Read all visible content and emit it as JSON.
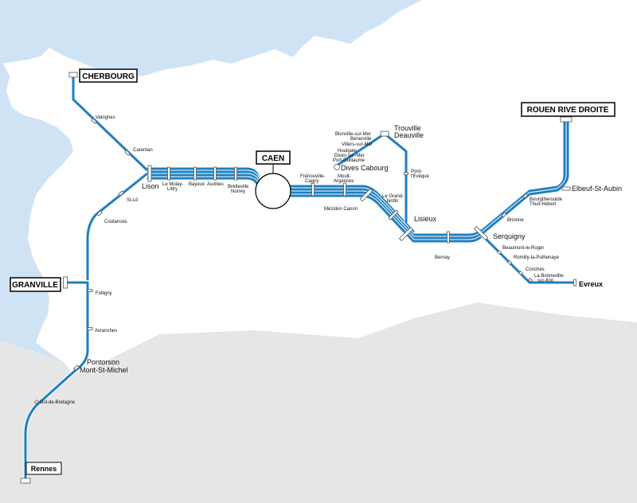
{
  "colors": {
    "sea": "#cfe3f5",
    "land_main": "#ffffff",
    "land_other": "#e6e6e6",
    "line": "#1e7fc0",
    "line_casing": "#ffffff"
  },
  "terminals": {
    "cherbourg": "CHERBOURG",
    "caen": "CAEN",
    "rouen": "ROUEN RIVE DROITE",
    "granville": "GRANVILLE",
    "rennes": "Rennes",
    "evreux": "Evreux"
  },
  "stations": {
    "valognes": "Valognes",
    "carentan": "Carentan",
    "lison": "Lison",
    "le_molay_1": "Le Molay-",
    "le_molay_2": "Littry",
    "bayeux": "Bayeux",
    "audrieu": "Audrieu",
    "bretteville_1": "Bretteville",
    "bretteville_2": "Norrey",
    "st_lo": "St-Lô",
    "coutances": "Coutances",
    "folligny": "Folligny",
    "avranches": "Avranches",
    "pontorson_1": "Pontorson",
    "pontorson_2": "Mont-St-Michel",
    "dol": "Dol-de-Bretagne",
    "frenouville_1": "Frénouville-",
    "frenouville_2": "Cagny",
    "moult_1": "Moult-",
    "moult_2": "Argences",
    "mezidon": "Mézidon Canon",
    "grand_jardin_1": "Le Grand-",
    "grand_jardin_2": "Jardin",
    "lisieux": "Lisieux",
    "pont_leveque_1": "Pont-",
    "pont_leveque_2": "l'Evêque",
    "trouville_1": "Trouville",
    "trouville_2": "Deauville",
    "blonville": "Blonville-sur-Mer",
    "benerville": "Bénerville",
    "villers": "Villers-sur-Mer",
    "houlgate": "Houlgate",
    "dives_1": "Dives-sur-Mer",
    "dives_2": "Port-Guillaume",
    "dives_cabourg": "Dives Cabourg",
    "bernay": "Bernay",
    "serquigny": "Serquigny",
    "brionne": "Brionne",
    "bourgtheroulde_1": "Bourgtheroulde",
    "bourgtheroulde_2": "Thuit-Hébert",
    "elbeuf": "Elbeuf-St-Aubin",
    "beaumont": "Beaumont-le-Roger",
    "romilly": "Romilly-la-Puthenaye",
    "conches": "Conches",
    "bonneville_1": "La Bonneville-",
    "bonneville_2": "sur-Iton"
  }
}
